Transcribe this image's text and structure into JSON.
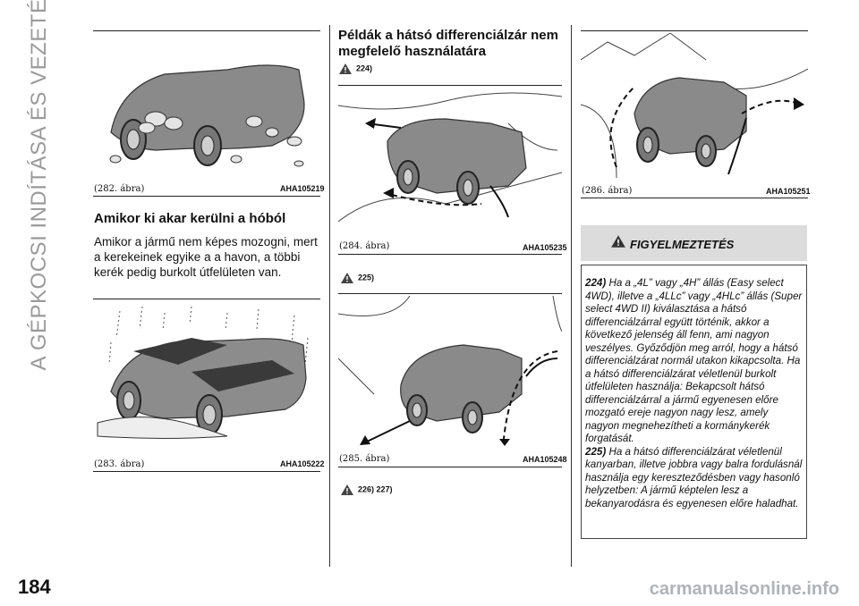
{
  "side_title": "A GÉPKOCSI INDÍTÁSA ÉS VEZETÉSE",
  "page_number": "184",
  "watermark": "carmanualsonline.info",
  "col1": {
    "fig282": {
      "caption": "(282. ábra)",
      "code": "AHA105219"
    },
    "heading": "Amikor ki akar kerülni a hóból",
    "paragraph": "Amikor a jármű nem képes mozogni, mert a kerekeinek egyike a a havon, a többi kerék pedig burkolt útfelületen van.",
    "fig283": {
      "caption": "(283. ábra)",
      "code": "AHA105222"
    }
  },
  "col2": {
    "heading": "Példák a hátsó differenciálzár nem megfelelő használatára",
    "ref1": "224)",
    "fig284": {
      "caption": "(284. ábra)",
      "code": "AHA105235"
    },
    "ref2": "225)",
    "fig285": {
      "caption": "(285. ábra)",
      "code": "AHA105248"
    },
    "ref3": "226) 227)"
  },
  "col3": {
    "fig286": {
      "caption": "(286. ábra)",
      "code": "AHA105251"
    },
    "warning_title": "FIGYELMEZTETÉS",
    "w224_num": "224)",
    "w224_text": "Ha a „4L” vagy „4H” állás (Easy select 4WD), illetve a „4LLc” vagy „4HLc” állás (Super select 4WD II) kiválasztása a hátsó differenciálzárral együtt történik, akkor a következő jelenség áll fenn, ami nagyon veszélyes. Győződjön meg arról, hogy a hátsó differenciálzárat normál utakon kikapcsolta. Ha a hátsó differenciálzárat véletlenül burkolt útfelületen használja: Bekapcsolt hátsó differenciálzárral a jármű egyenesen előre mozgató ereje nagyon nagy lesz, amely nagyon megnehezítheti a kormánykerék forgatását.",
    "w225_num": "225)",
    "w225_text": "Ha a hátsó differenciálzárat véletlenül kanyarban, illetve jobbra vagy balra fordulásnál használja egy kereszteződésben vagy hasonló helyzetben: A jármű képtelen lesz a bekanyarodásra és egyenesen előre haladhat."
  }
}
